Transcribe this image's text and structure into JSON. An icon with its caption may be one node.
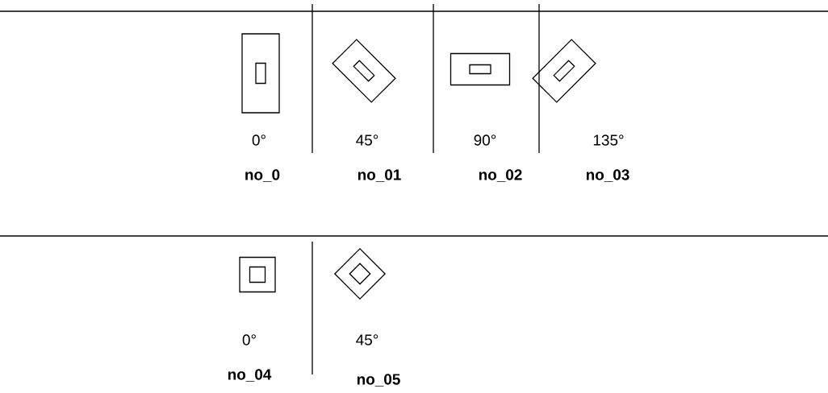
{
  "diagram": {
    "labels": [
      "0°",
      "45°",
      "90°",
      "135°",
      "no_0",
      "no_01",
      "no_02",
      "no_03",
      "0°",
      "45°",
      "no_04",
      "no_05"
    ]
  }
}
